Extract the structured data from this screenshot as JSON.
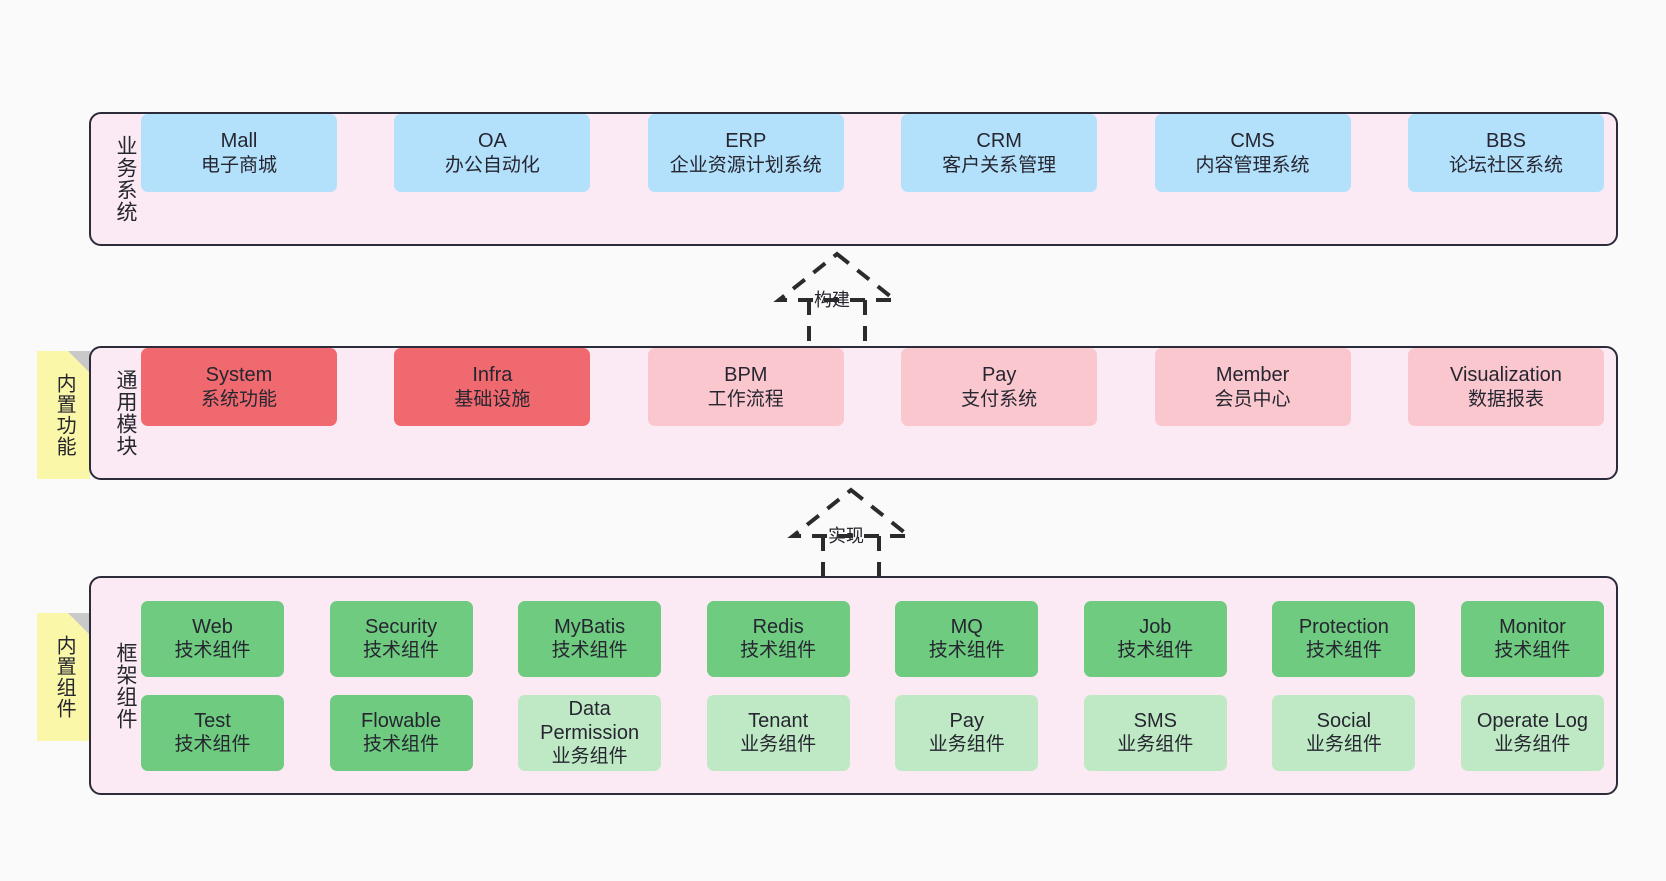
{
  "diagram": {
    "background_color": "#fafafa",
    "layers": [
      {
        "key": "business",
        "title": "业务系统",
        "band_color": "#fbeaf4",
        "cards": [
          {
            "name": "Mall",
            "desc": "电子商城",
            "color": "#b3e0fb"
          },
          {
            "name": "OA",
            "desc": "办公自动化",
            "color": "#b3e0fb"
          },
          {
            "name": "ERP",
            "desc": "企业资源计划系统",
            "color": "#b3e0fb"
          },
          {
            "name": "CRM",
            "desc": "客户关系管理",
            "color": "#b3e0fb"
          },
          {
            "name": "CMS",
            "desc": "内容管理系统",
            "color": "#b3e0fb"
          },
          {
            "name": "BBS",
            "desc": "论坛社区系统",
            "color": "#b3e0fb"
          }
        ]
      },
      {
        "key": "common",
        "title": "通用模块",
        "band_color": "#fbeaf4",
        "cards": [
          {
            "name": "System",
            "desc": "系统功能",
            "color": "#f0696e"
          },
          {
            "name": "Infra",
            "desc": "基础设施",
            "color": "#f0696e"
          },
          {
            "name": "BPM",
            "desc": "工作流程",
            "color": "#fac7ce"
          },
          {
            "name": "Pay",
            "desc": "支付系统",
            "color": "#fac7ce"
          },
          {
            "name": "Member",
            "desc": "会员中心",
            "color": "#fac7ce"
          },
          {
            "name": "Visualization",
            "desc": "数据报表",
            "color": "#fac7ce"
          }
        ]
      },
      {
        "key": "framework",
        "title": "框架组件",
        "band_color": "#fbeaf4",
        "rows": [
          [
            {
              "name": "Web",
              "desc": "技术组件",
              "color": "#6ecb7f"
            },
            {
              "name": "Security",
              "desc": "技术组件",
              "color": "#6ecb7f"
            },
            {
              "name": "MyBatis",
              "desc": "技术组件",
              "color": "#6ecb7f"
            },
            {
              "name": "Redis",
              "desc": "技术组件",
              "color": "#6ecb7f"
            },
            {
              "name": "MQ",
              "desc": "技术组件",
              "color": "#6ecb7f"
            },
            {
              "name": "Job",
              "desc": "技术组件",
              "color": "#6ecb7f"
            },
            {
              "name": "Protection",
              "desc": "技术组件",
              "color": "#6ecb7f"
            },
            {
              "name": "Monitor",
              "desc": "技术组件",
              "color": "#6ecb7f"
            }
          ],
          [
            {
              "name": "Test",
              "desc": "技术组件",
              "color": "#6ecb7f"
            },
            {
              "name": "Flowable",
              "desc": "技术组件",
              "color": "#6ecb7f"
            },
            {
              "name": "Data Permission",
              "desc": "业务组件",
              "color": "#bfe9c4"
            },
            {
              "name": "Tenant",
              "desc": "业务组件",
              "color": "#bfe9c4"
            },
            {
              "name": "Pay",
              "desc": "业务组件",
              "color": "#bfe9c4"
            },
            {
              "name": "SMS",
              "desc": "业务组件",
              "color": "#bfe9c4"
            },
            {
              "name": "Social",
              "desc": "业务组件",
              "color": "#bfe9c4"
            },
            {
              "name": "Operate Log",
              "desc": "业务组件",
              "color": "#bfe9c4"
            }
          ]
        ]
      }
    ],
    "arrows": [
      {
        "key": "build",
        "label": "构建",
        "style": "dashed-generalization",
        "direction": "up"
      },
      {
        "key": "impl",
        "label": "实现",
        "style": "dashed-generalization",
        "direction": "up"
      }
    ],
    "notes": [
      {
        "key": "builtin-func",
        "text": "内置功能",
        "color": "#fbf7a8"
      },
      {
        "key": "builtin-comp",
        "text": "内置组件",
        "color": "#fbf7a8"
      }
    ]
  }
}
